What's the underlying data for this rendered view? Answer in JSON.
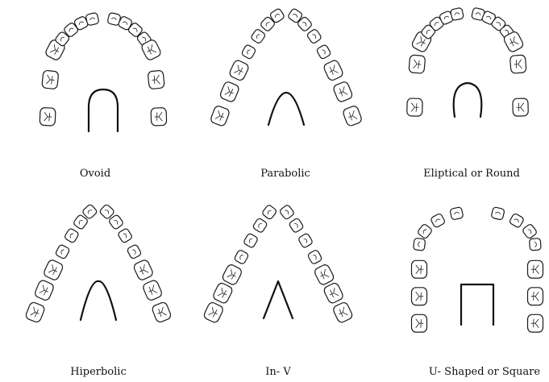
{
  "panels": [
    {
      "id": "ovoid",
      "label": "Ovoid",
      "shape": "ovoid"
    },
    {
      "id": "parabolic",
      "label": "Parabolic",
      "shape": "parabolic"
    },
    {
      "id": "eliptical",
      "label": "Eliptical or Round",
      "shape": "round"
    },
    {
      "id": "hiperbolic",
      "label": "Hiperbolic",
      "shape": "hyperbolic"
    },
    {
      "id": "in-v",
      "label": "In- V",
      "shape": "v"
    },
    {
      "id": "u-shaped",
      "label": "U- Shaped or Square",
      "shape": "square"
    }
  ],
  "colors": {
    "ink": "#111111",
    "background": "#ffffff"
  }
}
